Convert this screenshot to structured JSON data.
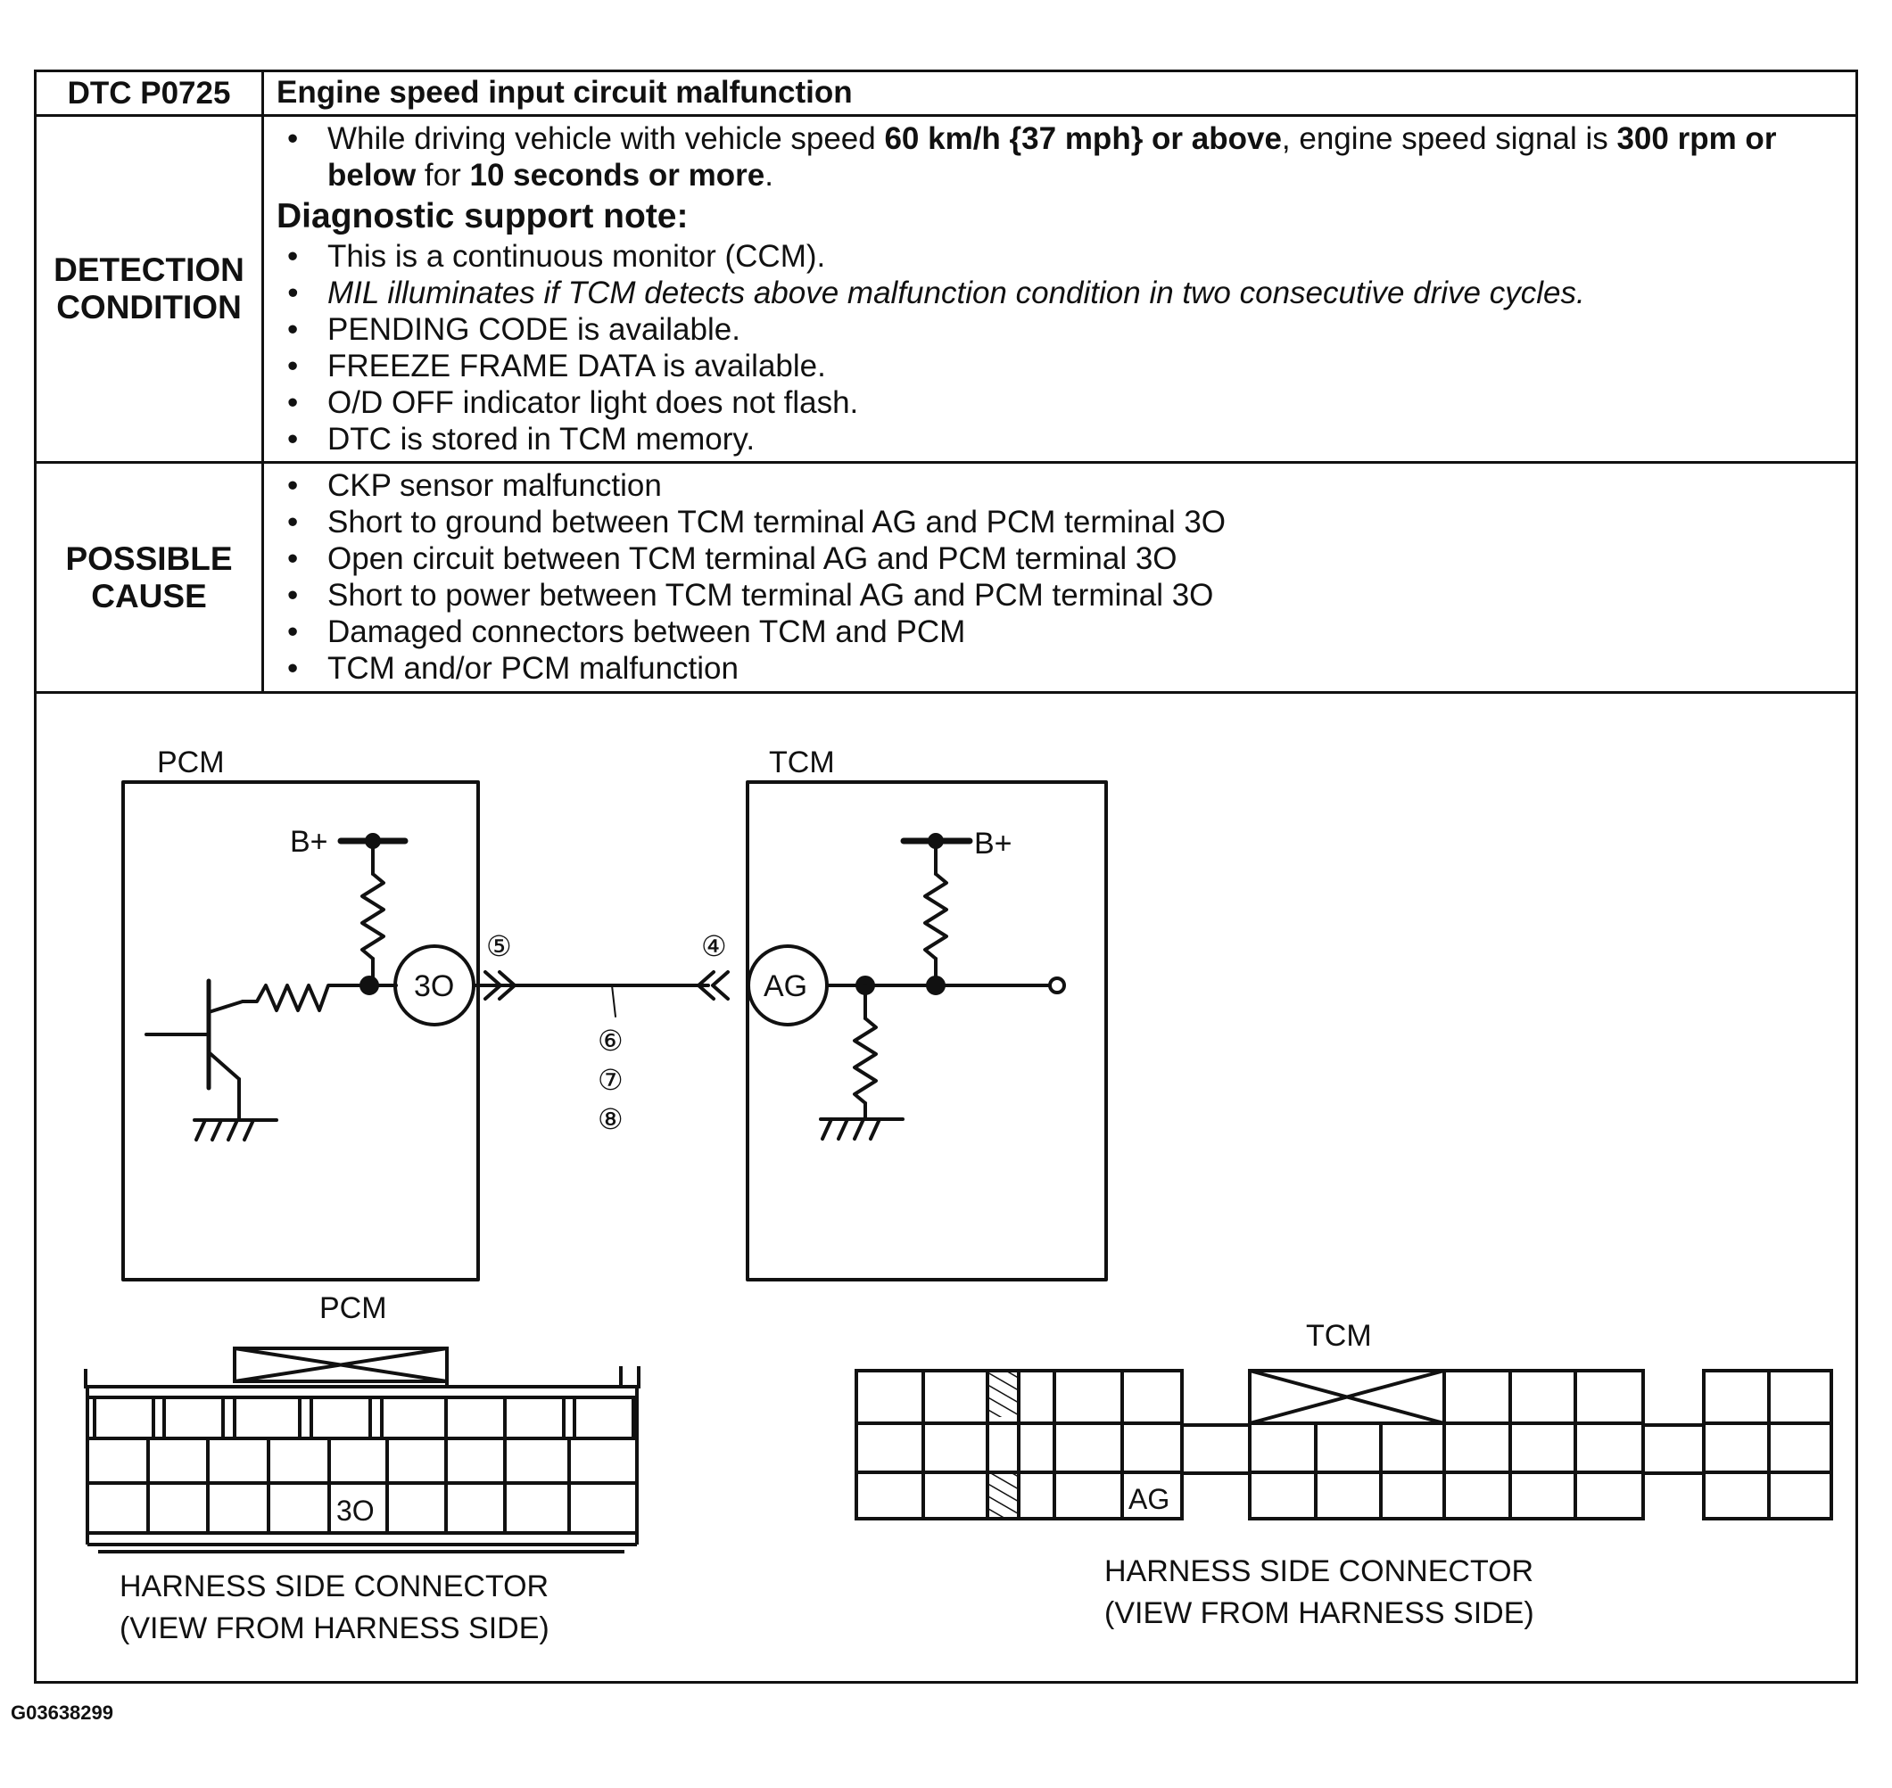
{
  "dtc": {
    "code": "DTC P0725",
    "title": "Engine speed input circuit malfunction"
  },
  "detection": {
    "label_line1": "DETECTION",
    "label_line2": "CONDITION",
    "main": {
      "t1": "While driving vehicle with vehicle speed ",
      "b1": "60 km/h {37 mph} or above",
      "t2": ", engine speed signal is ",
      "b2": "300 rpm or below",
      "t3": " for ",
      "b3": "10 seconds or more",
      "t4": "."
    },
    "note_heading": "Diagnostic support note:",
    "notes": [
      "This is a continuous monitor (CCM).",
      "MIL illuminates if TCM detects above malfunction condition in two consecutive drive cycles.",
      "PENDING CODE is available.",
      "FREEZE FRAME DATA is available.",
      "O/D OFF indicator light does not flash.",
      "DTC is stored in TCM memory."
    ]
  },
  "cause": {
    "label_line1": "POSSIBLE",
    "label_line2": "CAUSE",
    "items": [
      "CKP sensor malfunction",
      "Short to ground between TCM terminal AG and PCM terminal 3O",
      "Open circuit between TCM terminal AG and PCM terminal 3O",
      "Short to power between TCM terminal AG and PCM terminal 3O",
      "Damaged connectors between TCM and PCM",
      "TCM and/or PCM malfunction"
    ]
  },
  "diagram": {
    "pcm_label": "PCM",
    "tcm_label": "TCM",
    "bplus": "B+",
    "pcm_terminal": "3O",
    "tcm_terminal": "AG",
    "conn_pcm": "⑤",
    "conn_tcm": "④",
    "wire_refs": [
      "⑥",
      "⑦",
      "⑧"
    ],
    "pcm_connector": {
      "title": "PCM",
      "terminal": "3O",
      "caption1": "HARNESS SIDE CONNECTOR",
      "caption2": "(VIEW FROM HARNESS SIDE)"
    },
    "tcm_connector": {
      "title": "TCM",
      "terminal": "AG",
      "caption1": "HARNESS SIDE CONNECTOR",
      "caption2": "(VIEW FROM HARNESS SIDE)"
    }
  },
  "figure_id": "G03638299"
}
